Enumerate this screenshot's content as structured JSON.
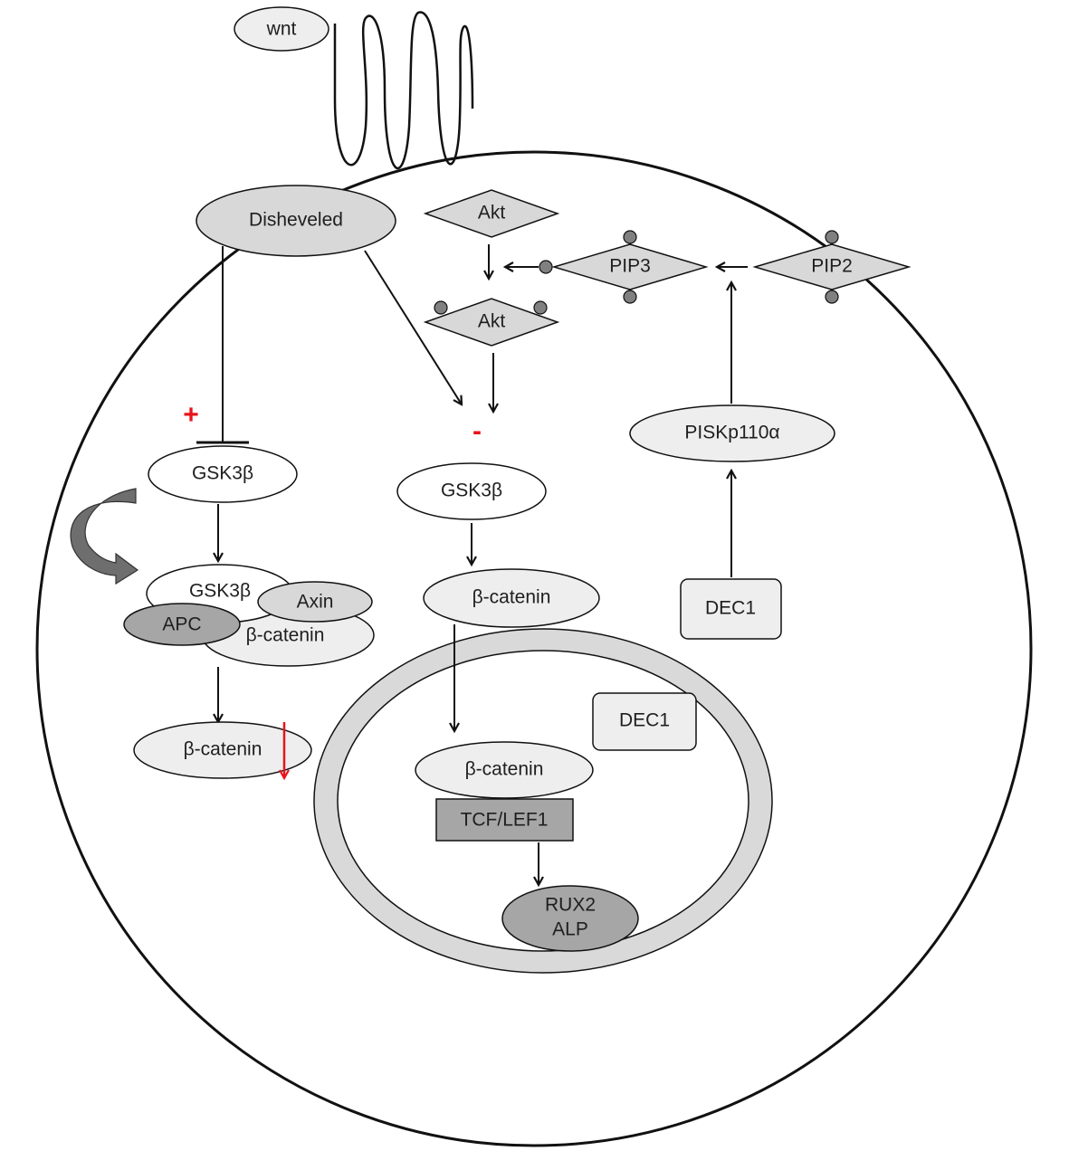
{
  "diagram": {
    "nodes": {
      "wnt": "wnt",
      "disheveled": "Disheveled",
      "akt_top": "Akt",
      "akt_mid": "Akt",
      "pip3": "PIP3",
      "pip2": "PIP2",
      "pisk": "PISKp110α",
      "dec1_cyto": "DEC1",
      "dec1_nuc": "DEC1",
      "gsk3b_left": "GSK3β",
      "gsk3b_complex": "GSK3β",
      "axin": "Axin",
      "apc": "APC",
      "bcatenin_complex": "β-catenin",
      "bcatenin_low": "β-catenin",
      "gsk3b_mid": "GSK3β",
      "bcatenin_mid": "β-catenin",
      "bcatenin_nuc": "β-catenin",
      "tcf": "TCF/LEF1",
      "rux2": "RUX2",
      "alp": "ALP"
    },
    "signs": {
      "plus": "+",
      "minus": "-"
    },
    "colors": {
      "accent_red": "#e8141b",
      "node_light": "#eeeeee",
      "node_mid": "#d8d8d8",
      "node_dark": "#a6a6a6",
      "membrane": "#d9d9d9",
      "curved_arrow": "#6e6e6e"
    }
  }
}
